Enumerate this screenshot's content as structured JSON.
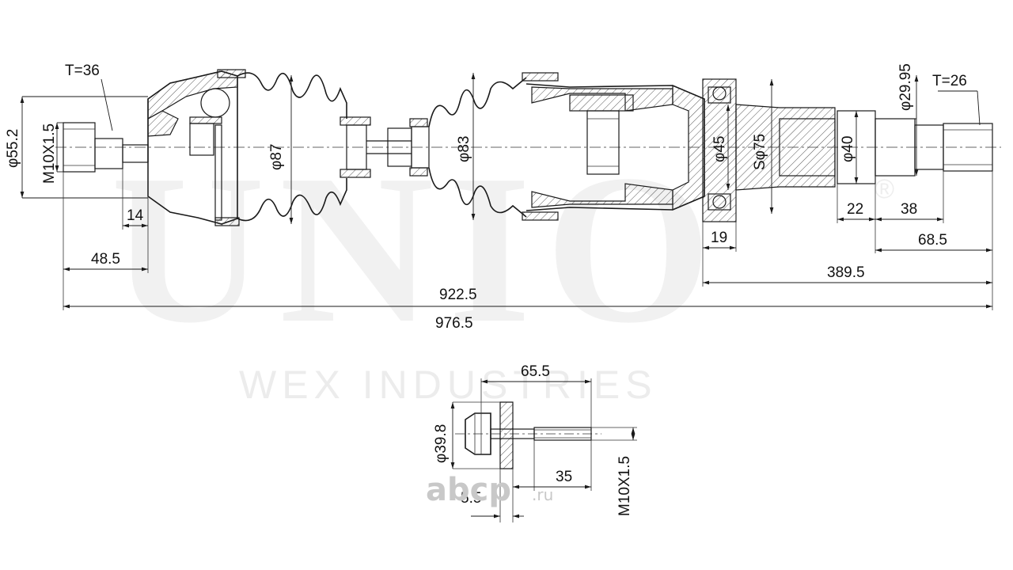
{
  "watermark": {
    "brand": "UNIO",
    "subtitle": "WEX INDUSTRIES",
    "registered": "®"
  },
  "logo": {
    "text": "abcp",
    "suffix": ".ru"
  },
  "main_shaft": {
    "labels": {
      "t_left": "T=36",
      "t_right": "T=26",
      "dia_55": "φ55.2",
      "thread_left": "M10X1.5",
      "dia_87": "φ87",
      "dia_83": "φ83",
      "dia_45": "φ45",
      "spline_75": "Sφ75",
      "dia_40": "φ40",
      "dia_2995": "φ29.95"
    },
    "dimensions": {
      "d14": "14",
      "d485": "48.5",
      "d9225": "922.5",
      "d9765": "976.5",
      "d19": "19",
      "d3895": "389.5",
      "d22": "22",
      "d38": "38",
      "d685": "68.5"
    }
  },
  "bolt": {
    "labels": {
      "d655": "65.5",
      "dia_398": "φ39.8",
      "d35": "35",
      "d55": "5.5",
      "thread": "M10X1.5"
    }
  }
}
